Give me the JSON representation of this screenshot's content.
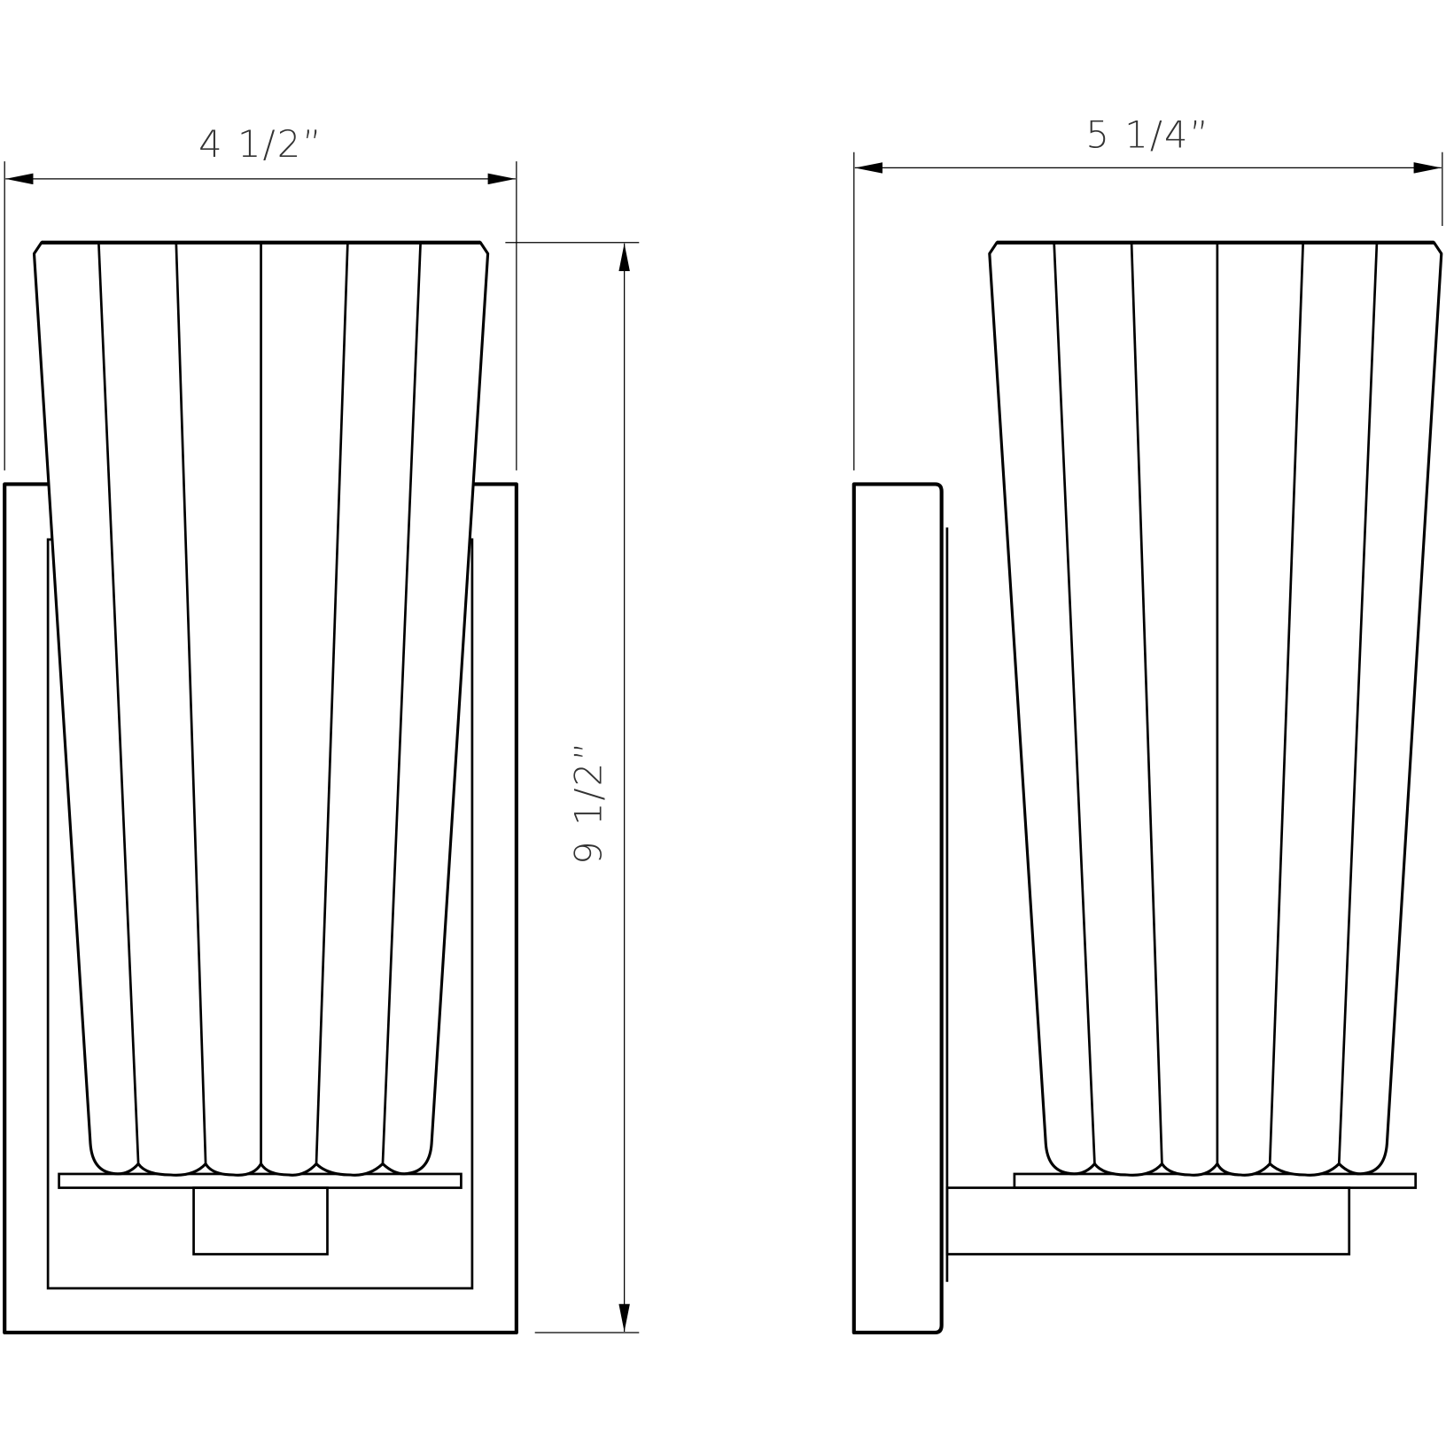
{
  "front_view": {
    "width_label": "4  1/2”",
    "height_label": "9  1/2”"
  },
  "side_view": {
    "depth_label": "5  1/4”"
  },
  "colors": {
    "line": "#000000",
    "background": "#ffffff",
    "dimension_text": "#333333"
  }
}
